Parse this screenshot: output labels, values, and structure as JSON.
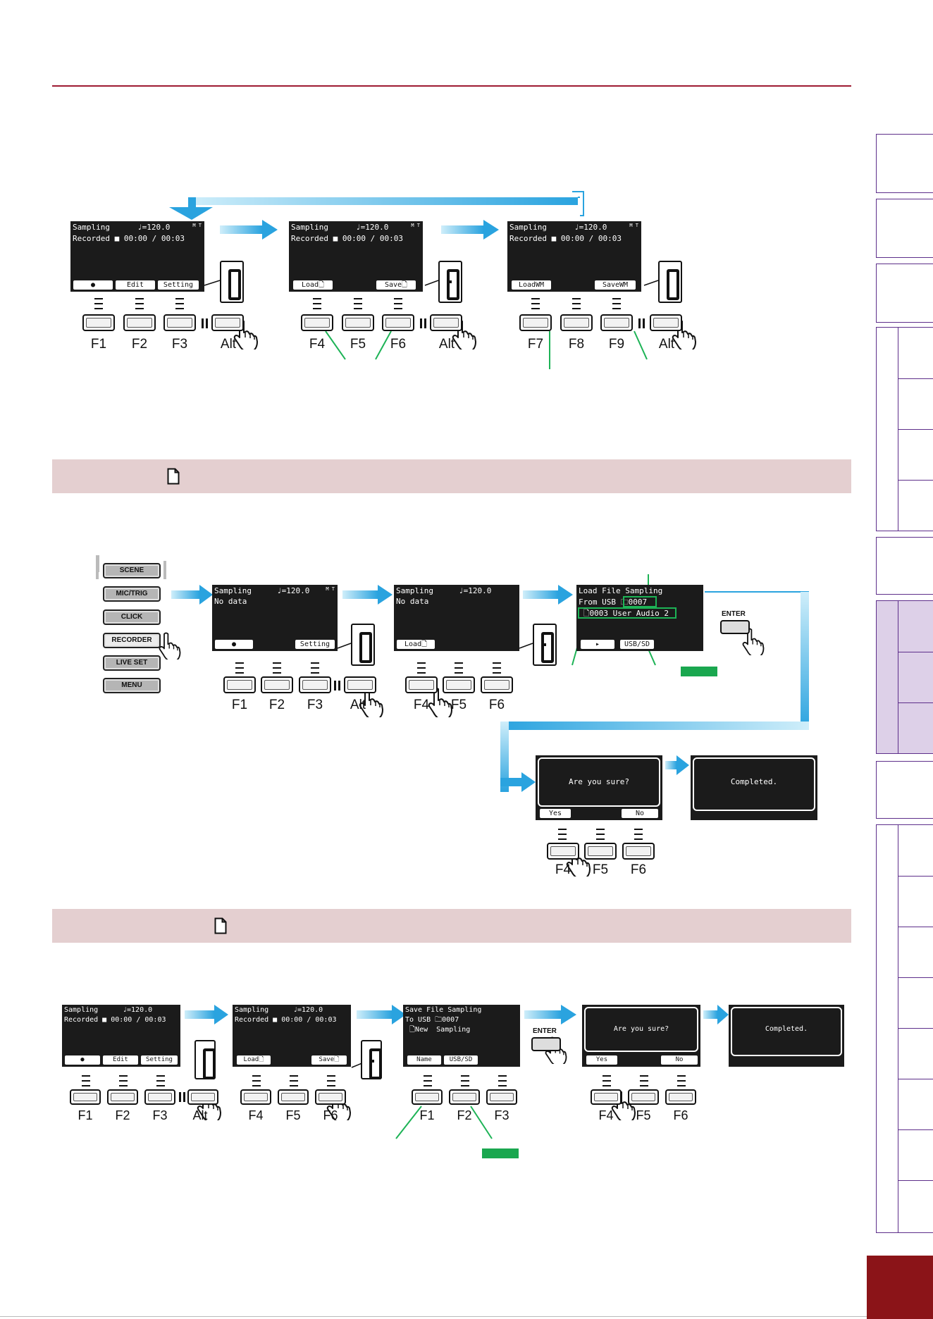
{
  "colors": {
    "rule": "#9e1b32",
    "band": "#e4cfd0",
    "accent_arrow": "#35a9e1",
    "green": "#1aa74f",
    "thumb_border": "#5d2e8a",
    "thumb_fill": "#ddd0e8",
    "page_box": "#8b1418"
  },
  "icons": {
    "section_icon": "document-icon",
    "hand": "pointing-hand-icon",
    "knob": "scroll-knob-icon"
  },
  "fn": {
    "F1": "F1",
    "F2": "F2",
    "F3": "F3",
    "F4": "F4",
    "F5": "F5",
    "F6": "F6",
    "F7": "F7",
    "F8": "F8",
    "F9": "F9",
    "Alt": "Alt"
  },
  "lcd": {
    "sampling": "Sampling",
    "tempo": "♩=120.0",
    "recorded": "Recorded ■ 00:00 / 00:03",
    "no_data": "No data",
    "mt": "M T",
    "tab_rec": "●",
    "tab_edit": "Edit",
    "tab_setting": "Setting",
    "tab_load": "Load🗋",
    "tab_save": "Save🗋",
    "tab_loadwm": "LoadWM",
    "tab_savewm": "SaveWM",
    "load_title": "Load File Sampling",
    "load_from": "From USB 🗀0007",
    "load_file": " 🗋0003 User Audio 2",
    "tab_play": "▸",
    "tab_usbsd": "USB/SD",
    "sure": "Are you sure?",
    "completed": "Completed.",
    "yes": "Yes",
    "no": "No",
    "save_title": "Save File Sampling",
    "save_to": "To USB 🗀0007",
    "save_new": " 🗋New  Sampling",
    "tab_name": "Name"
  },
  "keys": [
    "SCENE",
    "MIC/TRIG",
    "CLICK",
    "RECORDER",
    "LIVE SET",
    "MENU"
  ],
  "enter": "ENTER"
}
